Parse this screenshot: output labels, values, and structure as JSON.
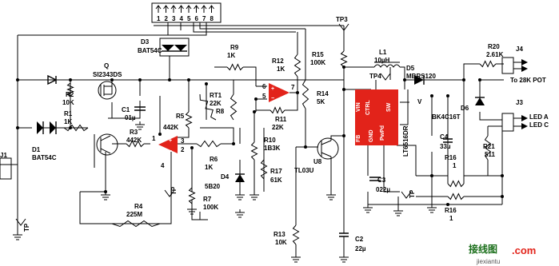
{
  "components": {
    "j1": "J1",
    "d1": "D1",
    "d1_part": "BAT54C",
    "r1": "R1",
    "r1_val": "1K",
    "r2": "R2",
    "r2_val": "10K",
    "q": "Q",
    "q_part": "SI2343DS",
    "c1": "C1",
    "c1_val": "01µ",
    "r3": "R3",
    "r3_val": "442K",
    "r4": "R4",
    "r4_val": "225M",
    "r5": "R5",
    "r5_val": "442K",
    "d3": "D3",
    "d3_part": "BAT54C",
    "r9": "R9",
    "r9_val": "1K",
    "rt1": "RT1",
    "rt1_val": "22K",
    "r8": "R8",
    "r6": "R6",
    "r6_val": "1K",
    "r7": "R7",
    "r7_val": "100K",
    "d4": "D4",
    "d4_part": "5B20",
    "r10": "R10",
    "r10_val": "1B3K",
    "r11": "R11",
    "r11_val": "22K",
    "r12": "R12",
    "r12_val": "1K",
    "r14": "R14",
    "r14_val": "5K",
    "r17": "R17",
    "r17_val": "61K",
    "r13": "R13",
    "r13_val": "10K",
    "u": "U8",
    "u_part": "TL03U",
    "tp3": "TP3",
    "r15": "R15",
    "r15_val": "100K",
    "l1": "L1",
    "l1_val": "10µH",
    "tp4": "TP4",
    "d5": "D5",
    "d5_part": "MBRS120",
    "ic_part": "LT6516DR",
    "c3": "C3",
    "c3_val": "022µ",
    "c2": "C2",
    "c2_val": "22µ",
    "c4": "C4",
    "c4_val": "33µ",
    "bk": "BK4C16T",
    "r16a": "R16",
    "r16a_val": "1",
    "r16b": "R16",
    "r16b_val": "1",
    "r21": "R21",
    "r21_val": "511",
    "r20": "R20",
    "r20_val": "2.61K",
    "d6": "D6",
    "j4": "J4",
    "j4_note": "To 28K POT",
    "j3": "J3",
    "j3_pin1": "LED A",
    "j3_pin2": "LED C",
    "tp1": "TP",
    "tp2": "TP",
    "tp5": "TP",
    "v_label": "V"
  },
  "ic_pins": [
    "VIN",
    "SW",
    "CTRL",
    "FB",
    "GND",
    "PwPd"
  ],
  "opamp_pins": {
    "a": [
      "4",
      "3",
      "2",
      "1"
    ],
    "b": [
      "6",
      "5",
      "7"
    ],
    "header": [
      "1",
      "2",
      "3",
      "4",
      "5",
      "6",
      "7",
      "8"
    ]
  },
  "watermark": {
    "cn": "接线图",
    "dot_com": ".com",
    "url": "jiexiantu"
  },
  "colors": {
    "chip": "#e2231a",
    "wire": "#000000",
    "watermark_green": "#1a6e1a"
  }
}
